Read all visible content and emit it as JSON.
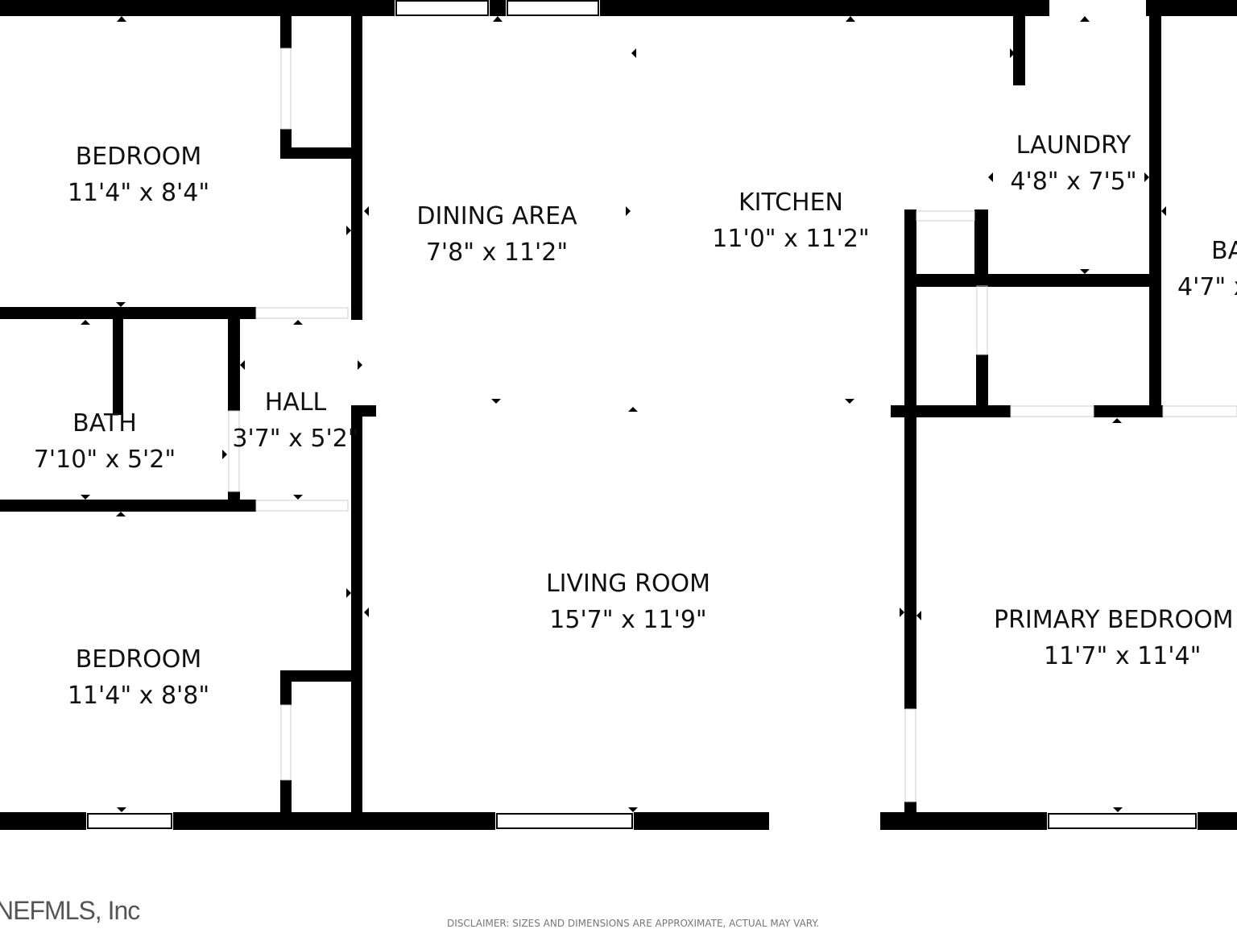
{
  "rooms": [
    {
      "name": "BEDROOM",
      "dims": "11'4\" x 8'4\""
    },
    {
      "name": "DINING AREA",
      "dims": "7'8\" x 11'2\""
    },
    {
      "name": "KITCHEN",
      "dims": "11'0\" x 11'2\""
    },
    {
      "name": "LAUNDRY",
      "dims": "4'8\" x 7'5\""
    },
    {
      "name": "BA",
      "dims": "4'7\" x"
    },
    {
      "name": "BATH",
      "dims": "7'10\" x 5'2\""
    },
    {
      "name": "HALL",
      "dims": "3'7\" x 5'2\""
    },
    {
      "name": "LIVING ROOM",
      "dims": "15'7\" x 11'9\""
    },
    {
      "name": "PRIMARY BEDROOM",
      "dims": "11'7\" x 11'4\""
    },
    {
      "name": "BEDROOM",
      "dims": "11'4\" x 8'8\""
    }
  ],
  "footer": {
    "logo": "NEFMLS, Inc",
    "disclaimer": "DISCLAIMER: SIZES AND DIMENSIONS ARE APPROXIMATE, ACTUAL MAY VARY."
  },
  "colors": {
    "wall": "#000000",
    "background": "#ffffff"
  }
}
